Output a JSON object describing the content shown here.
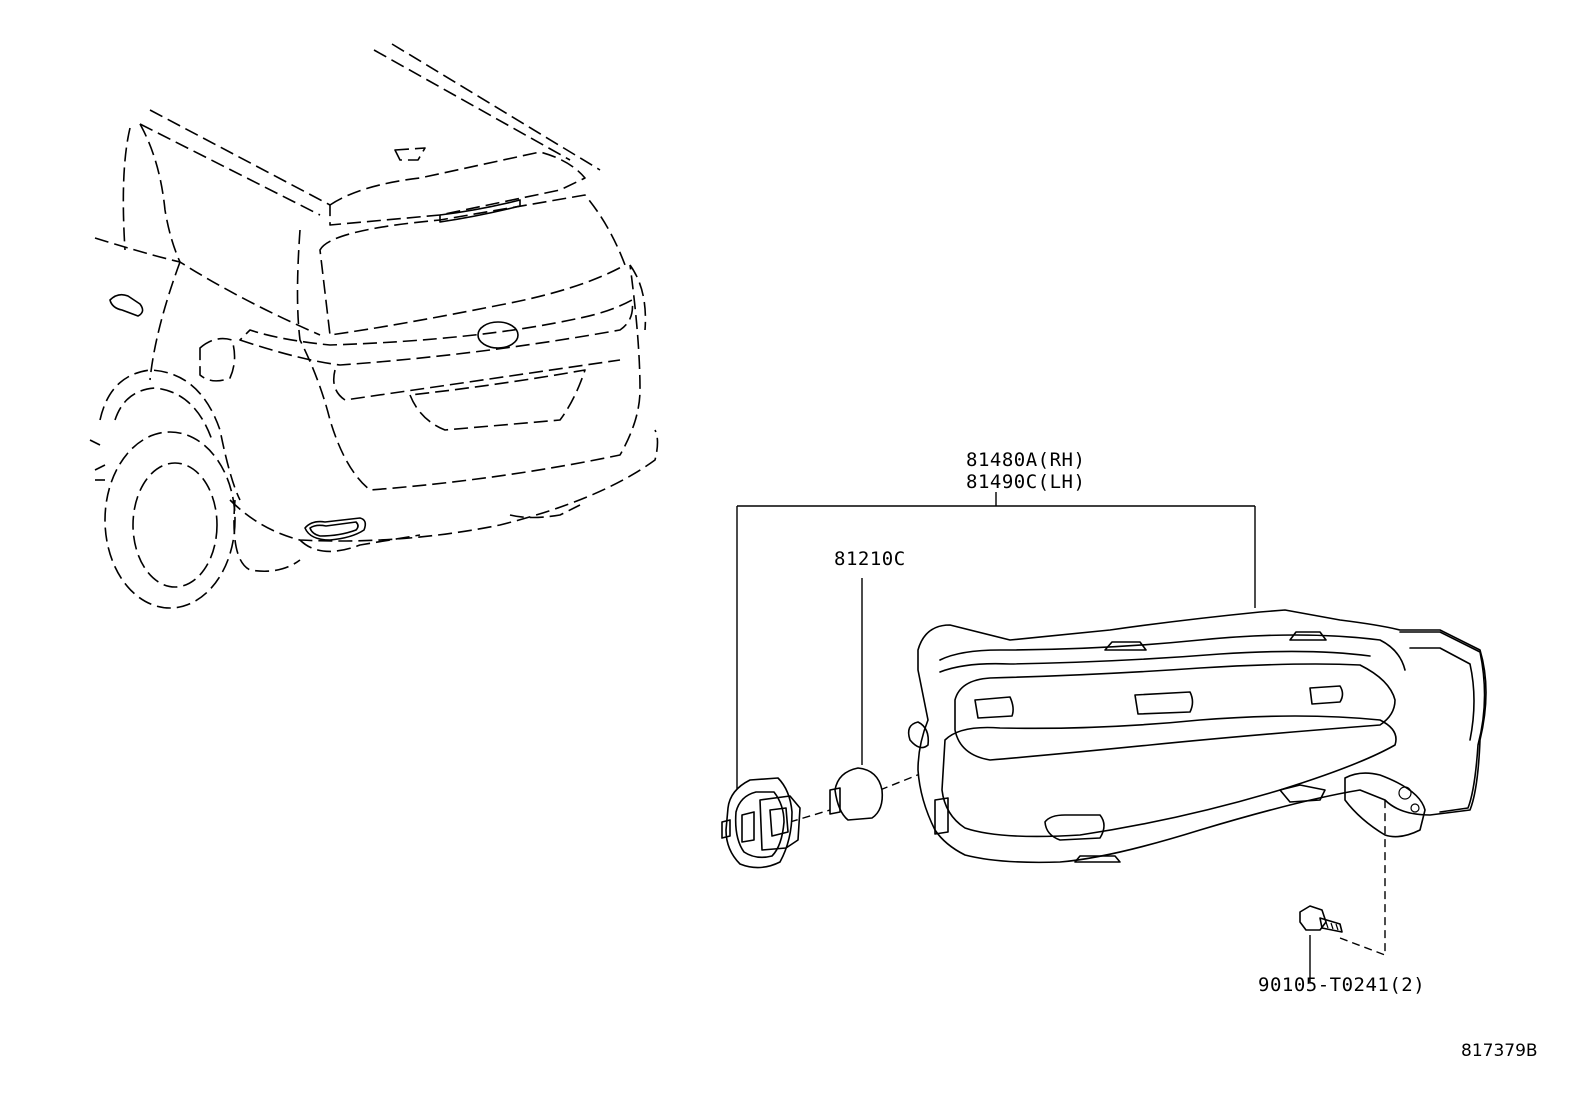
{
  "parts": {
    "lamp_rh": "81480A(RH)",
    "lamp_lh": "81490C(LH)",
    "bulb": "81210C",
    "screw": "90105-T0241(2)"
  },
  "diagram_id": "817379B"
}
